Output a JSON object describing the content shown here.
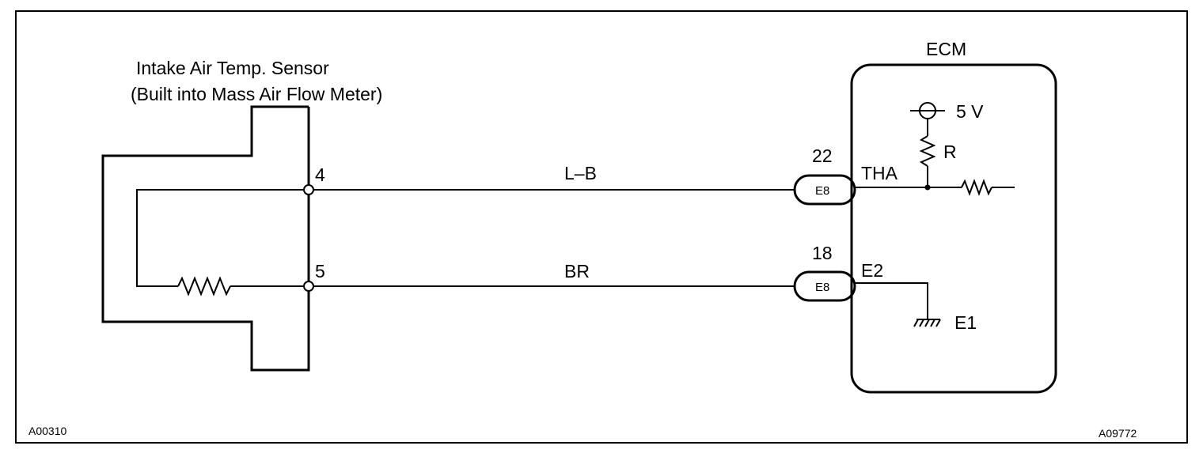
{
  "sensor": {
    "title": "Intake Air Temp. Sensor",
    "subtitle": "(Built into Mass Air Flow Meter)",
    "pin_top": "4",
    "pin_bottom": "5"
  },
  "wires": {
    "top_color": "L–B",
    "bottom_color": "BR"
  },
  "connectors": {
    "top_pin": "22",
    "top_label": "E8",
    "bottom_pin": "18",
    "bottom_label": "E8"
  },
  "ecm": {
    "title": "ECM",
    "supply": "5 V",
    "resistor": "R",
    "signal_terminal": "THA",
    "ground_terminal": "E2",
    "ground_label": "E1"
  },
  "footer": {
    "left_code": "A00310",
    "right_code": "A09772"
  }
}
